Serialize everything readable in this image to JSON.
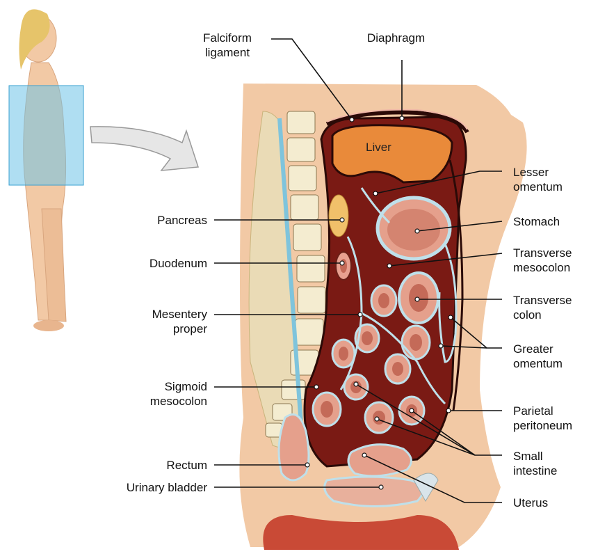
{
  "labels": {
    "falciform": [
      "Falciform",
      "ligament"
    ],
    "diaphragm": "Diaphragm",
    "liver": "Liver",
    "lesser_omentum": [
      "Lesser",
      "omentum"
    ],
    "stomach": "Stomach",
    "pancreas": "Pancreas",
    "duodenum": "Duodenum",
    "transverse_mesocolon": [
      "Transverse",
      "mesocolon"
    ],
    "transverse_colon": [
      "Transverse",
      "colon"
    ],
    "mesentery_proper": [
      "Mesentery",
      "proper"
    ],
    "greater_omentum": [
      "Greater",
      "omentum"
    ],
    "sigmoid_mesocolon": [
      "Sigmoid",
      "mesocolon"
    ],
    "parietal_peritoneum": [
      "Parietal",
      "peritoneum"
    ],
    "small_intestine": [
      "Small",
      "intestine"
    ],
    "rectum": "Rectum",
    "urinary_bladder": "Urinary bladder",
    "uterus": "Uterus"
  },
  "colors": {
    "skin": "#f2c9a5",
    "skin_shade": "#e4b08a",
    "cavity": "#7a1a14",
    "liver": "#e98a3a",
    "organ": "#e5a08c",
    "organ_dark": "#c46a58",
    "peritoneum_line": "#bfe0ea",
    "bone": "#efe6c8",
    "bone_dark": "#6b5a3a",
    "highlight_box": "#6ec2e8"
  }
}
